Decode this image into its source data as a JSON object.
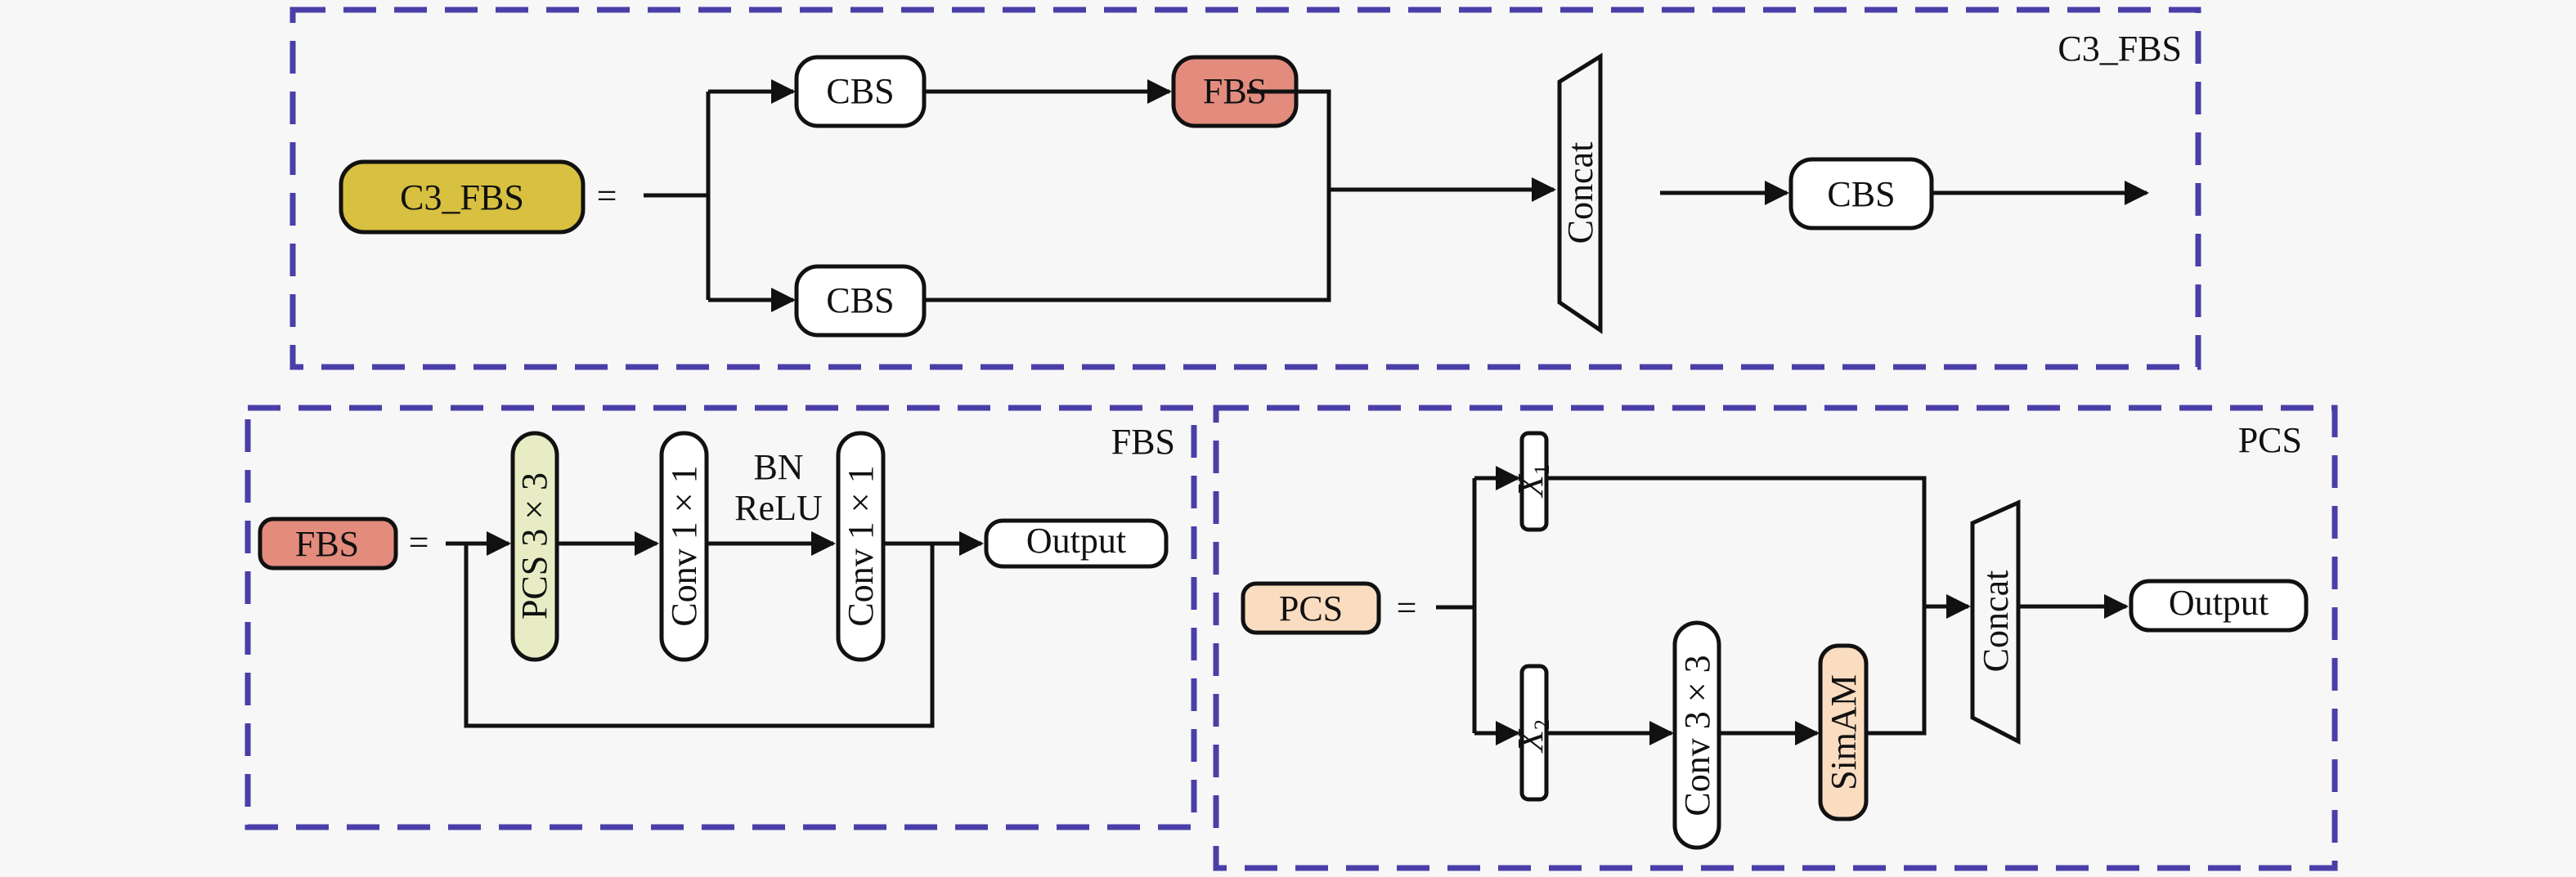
{
  "colors": {
    "frame": "#4a3fa8",
    "c3fbs_fill": "#d8c040",
    "fbs_fill": "#e38c7e",
    "pcs_fill": "#fadcc0",
    "pcs3x3_fill": "#e8ecc4",
    "simam_fill": "#fadcc0",
    "plain_fill": "#ffffff"
  },
  "panels": {
    "c3fbs": {
      "title": "C3_FBS",
      "input_label": "C3_FBS",
      "equals": "=",
      "top_branch": [
        "CBS",
        "FBS"
      ],
      "bottom_branch": [
        "CBS"
      ],
      "concat_label": "Concat",
      "output_block": "CBS"
    },
    "fbs": {
      "title": "FBS",
      "input_label": "FBS",
      "equals": "=",
      "pcs_block": "PCS 3 × 3",
      "conv1": "Conv 1 × 1",
      "mid_label_line1": "BN",
      "mid_label_line2": "ReLU",
      "conv2": "Conv 1 × 1",
      "output": "Output"
    },
    "pcs": {
      "title": "PCS",
      "input_label": "PCS",
      "equals": "=",
      "x1_main": "X",
      "x1_sub": "1",
      "x2_main": "X",
      "x2_sub": "2",
      "conv": "Conv 3 × 3",
      "simam": "SimAM",
      "concat_label": "Concat",
      "output": "Output"
    }
  }
}
